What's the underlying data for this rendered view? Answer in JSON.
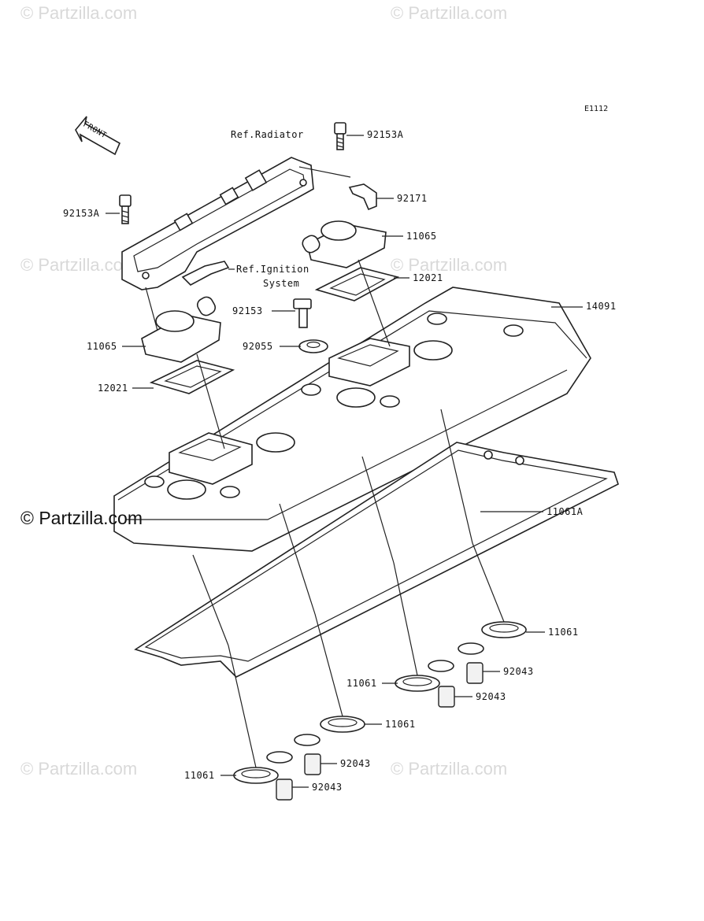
{
  "diagram_code": "E1112",
  "front_label": "FRONT",
  "watermark": "© Partzilla.com",
  "watermark_main": "© Partzilla.com",
  "refs": {
    "radiator": "Ref.Radiator",
    "ignition_line1": "Ref.Ignition",
    "ignition_line2": "System"
  },
  "parts": {
    "bolt_top": "92153A",
    "bolt_left": "92153A",
    "clamp": "92171",
    "valve_right": "11065",
    "valve_left": "11065",
    "reed_right": "12021",
    "reed_left": "12021",
    "cover": "14091",
    "bolt": "92153",
    "washer": "92055",
    "gasket": "11061A",
    "plug_gasket_1": "11061",
    "plug_gasket_2": "11061",
    "plug_gasket_3": "11061",
    "plug_gasket_4": "11061",
    "dowel_1": "92043",
    "dowel_2": "92043",
    "dowel_3": "92043",
    "dowel_4": "92043"
  }
}
